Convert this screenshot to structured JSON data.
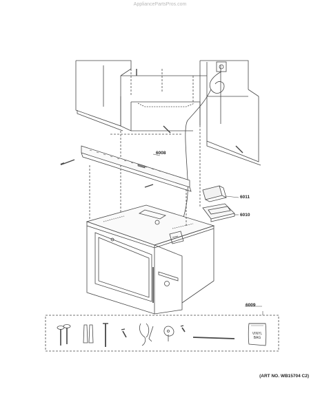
{
  "watermark": "AppliancePartsPros.com",
  "parts": {
    "p6008": "6008",
    "p6011": "6011",
    "p6010": "6010",
    "p6009": "6009"
  },
  "bag_label_line1": "VINYL",
  "bag_label_line2": "BAG",
  "art_number": "(ART NO. WB15704 C2)"
}
